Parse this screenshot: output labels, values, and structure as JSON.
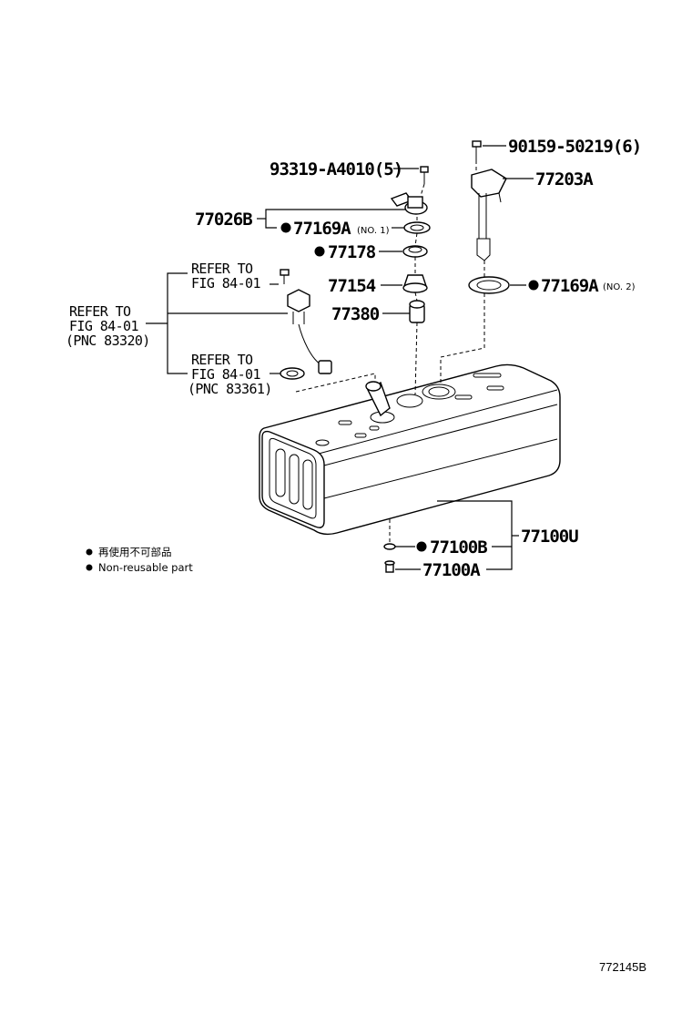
{
  "labels": {
    "p90159": "90159-50219(6)",
    "p93319": "93319-A4010(5)",
    "p77203a": "77203A",
    "p77026b": "77026B",
    "p77169a_no1": "77169A",
    "no1": "(NO. 1)",
    "p77178": "77178",
    "p77154": "77154",
    "p77169a_no2": "77169A",
    "no2": "(NO. 2)",
    "p77380": "77380",
    "p77100u": "77100U",
    "p77100b": "77100B",
    "p77100a": "77100A"
  },
  "refs": {
    "ref1_line1": "REFER TO",
    "ref1_line2": "FIG 84-01",
    "ref2_line1": "REFER TO",
    "ref2_line2": "FIG 84-01",
    "ref2_line3": "(PNC 83320)",
    "ref3_line1": "REFER TO",
    "ref3_line2": "FIG 84-01",
    "ref3_line3": "(PNC 83361)"
  },
  "legend": {
    "jp": "再使用不可部品",
    "en": "Non-reusable part"
  },
  "figure_code": "772145B"
}
